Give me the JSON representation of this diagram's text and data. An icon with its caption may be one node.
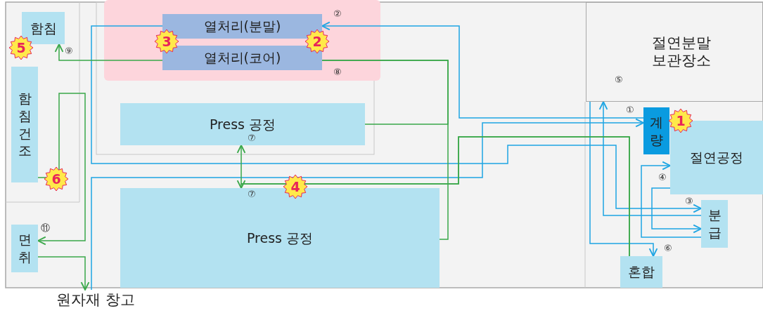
{
  "diagram": {
    "nodes": [
      {
        "text": [
          "함침"
        ]
      },
      {
        "text": [
          "열처리(분말)"
        ]
      },
      {
        "text": [
          "열처리(코어)"
        ]
      },
      {
        "text": [
          "절연분말 보관장소"
        ]
      },
      {
        "text": [
          "Press 공정"
        ]
      },
      {
        "text": [
          "계량"
        ]
      },
      {
        "text": [
          "절연공정"
        ]
      },
      {
        "text": [
          "함침건조"
        ]
      },
      {
        "text": [
          "Press 공정"
        ]
      },
      {
        "text": [
          "분급"
        ]
      },
      {
        "text": [
          "면취"
        ]
      },
      {
        "text": [
          "혼합"
        ]
      },
      {
        "text": [
          "원자재 창고"
        ]
      }
    ],
    "edges": [
      {
        "from": 12,
        "to": 5,
        "arrow": "to",
        "label": "①",
        "color": "#1ea5e3"
      },
      {
        "from": 5,
        "to": 1,
        "arrow": "to",
        "label": "②",
        "color": "#1ea5e3"
      },
      {
        "from": 1,
        "to": 9,
        "arrow": "to",
        "label": "③",
        "color": "#1ea5e3"
      },
      {
        "from": 9,
        "to": 3,
        "arrow": "to",
        "label": "⑤",
        "color": "#1ea5e3"
      },
      {
        "from": 3,
        "to": 11,
        "arrow": "to",
        "label": "⑥",
        "color": "#1ea5e3"
      },
      {
        "from": 9,
        "to": 6,
        "arrow": "to",
        "label": "④",
        "color": "#1ea5e3"
      },
      {
        "from": 6,
        "to": 9,
        "arrow": "to",
        "color": "#1ea5e3"
      },
      {
        "from": 11,
        "to": 4,
        "arrow": "to",
        "label": "⑦",
        "color": "#3aa84a"
      },
      {
        "from": 11,
        "to": 8,
        "arrow": "to",
        "label": "⑦",
        "color": "#3aa84a"
      },
      {
        "from": 4,
        "to": 2,
        "arrow": "none",
        "label": "⑧",
        "color": "#3aa84a"
      },
      {
        "from": 8,
        "to": 2,
        "arrow": "none",
        "color": "#3aa84a"
      },
      {
        "from": 2,
        "to": 0,
        "arrow": "to",
        "label": "⑨",
        "color": "#3aa84a"
      },
      {
        "from": 7,
        "to": 10,
        "arrow": "to",
        "label": "⑪",
        "color": "#3aa84a"
      },
      {
        "from": 10,
        "to": 12,
        "arrow": "to",
        "color": "#3aa84a"
      }
    ],
    "labels": [
      "3",
      "2",
      "5",
      "1",
      "6",
      "4"
    ]
  }
}
